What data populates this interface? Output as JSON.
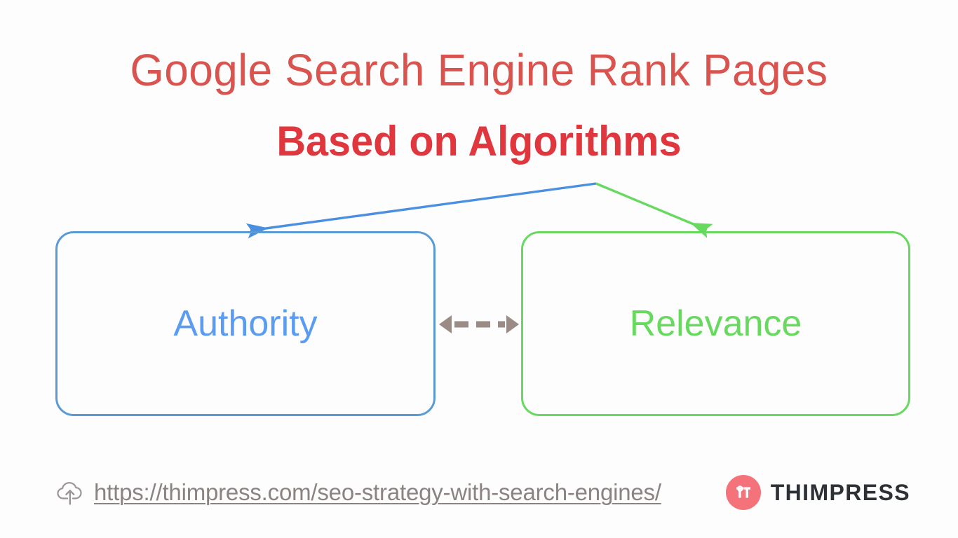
{
  "slide": {
    "background_color": "#fdfdfd",
    "title": "Google Search Engine Rank Pages",
    "subtitle": "Based on Algorithms",
    "title_color": "#d9534f",
    "subtitle_color": "#e0373f"
  },
  "diagram": {
    "type": "concept-map",
    "nodes": [
      {
        "id": "authority",
        "label": "Authority",
        "color": "#5b9bf0",
        "border_color": "#5b9bd5"
      },
      {
        "id": "relevance",
        "label": "Relevance",
        "color": "#66d95e",
        "border_color": "#66d95e"
      }
    ],
    "connectors": [
      {
        "id": "to-authority",
        "from": "algorithms",
        "to": "authority",
        "color": "#4a8fe0",
        "style": "solid",
        "arrowhead": "end"
      },
      {
        "id": "to-relevance",
        "from": "algorithms",
        "to": "relevance",
        "color": "#66d95e",
        "style": "solid",
        "arrowhead": "end"
      },
      {
        "id": "authority-relevance",
        "from": "authority",
        "to": "relevance",
        "color": "#9a8b87",
        "style": "dashed",
        "arrowhead": "both"
      }
    ]
  },
  "footer": {
    "cloud_icon_name": "cloud-upload-icon",
    "url": "https://thimpress.com/seo-strategy-with-search-engines/",
    "url_color": "#8b8381",
    "brand": {
      "name": "THIMPRESS",
      "mark_color": "#f4737b",
      "name_color": "#2d3136"
    }
  }
}
